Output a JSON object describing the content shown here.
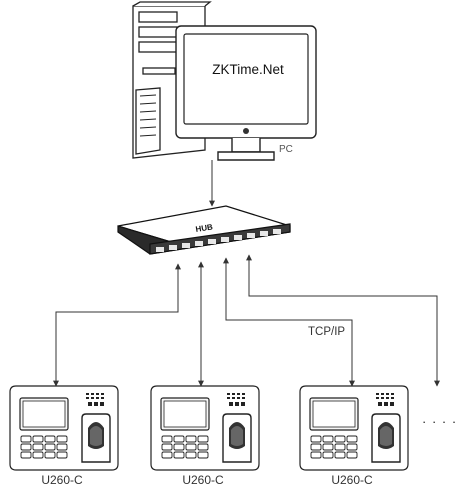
{
  "pc": {
    "screen_text": "ZKTime.Net",
    "label": "PC"
  },
  "hub": {
    "label": "HUB"
  },
  "connection": {
    "label": "TCP/IP"
  },
  "devices": [
    {
      "label": "U260-C"
    },
    {
      "label": "U260-C"
    },
    {
      "label": "U260-C"
    }
  ],
  "more_devices": "· · · ·"
}
